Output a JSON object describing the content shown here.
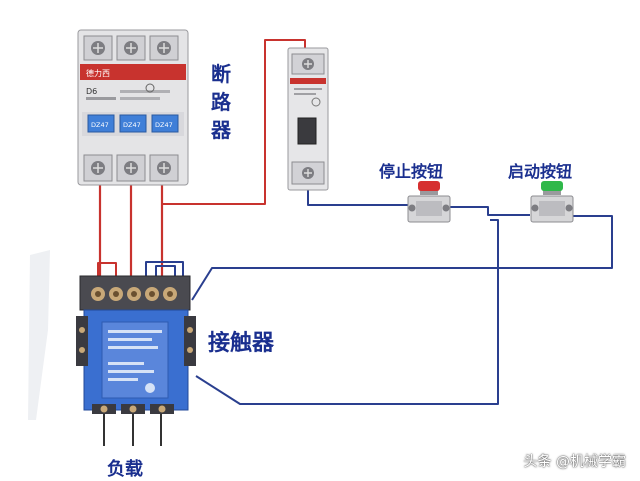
{
  "labels": {
    "breaker": "断路器",
    "stop_button": "停止按钮",
    "start_button": "启动按钮",
    "contactor": "接触器",
    "load": "负载"
  },
  "watermark": "头条 @机械学霸",
  "breaker_3p": {
    "brand": "德力西",
    "rating": "D6",
    "poles": [
      "DZ47",
      "DZ47",
      "DZ47"
    ]
  },
  "colors": {
    "wire_red": "#c8332e",
    "wire_blue": "#2a3f8f",
    "wire_black": "#333333",
    "label_blue": "#1a2f8f",
    "stop_cap": "#d63030",
    "start_cap": "#2fb84a",
    "contactor_body": "#3a6fd0"
  }
}
